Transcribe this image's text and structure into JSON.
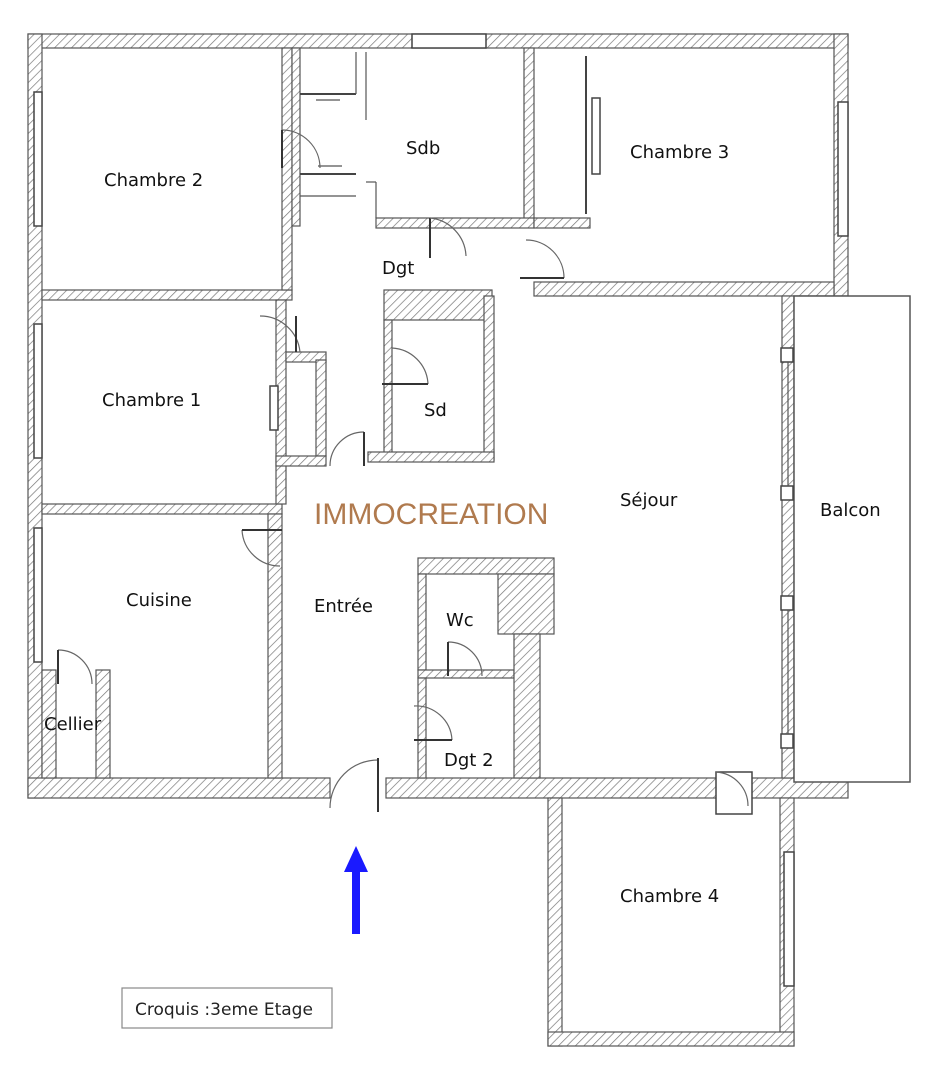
{
  "rooms": {
    "chambre2": "Chambre 2",
    "sdb": "Sdb",
    "chambre3": "Chambre 3",
    "dgt": "Dgt",
    "chambre1": "Chambre 1",
    "sd": "Sd",
    "sejour": "Séjour",
    "balcon": "Balcon",
    "cuisine": "Cuisine",
    "entree": "Entrée",
    "wc": "Wc",
    "cellier": "Cellier",
    "dgt2": "Dgt 2",
    "chambre4": "Chambre 4"
  },
  "watermark": "IMMOCREATION",
  "caption": "Croquis :3eme Etage",
  "colors": {
    "watermark": "#b07a4e",
    "entrance_arrow": "#1a1aff",
    "wall_hatch": "#555555"
  },
  "entrance_arrow_icon": "arrow-up-icon"
}
